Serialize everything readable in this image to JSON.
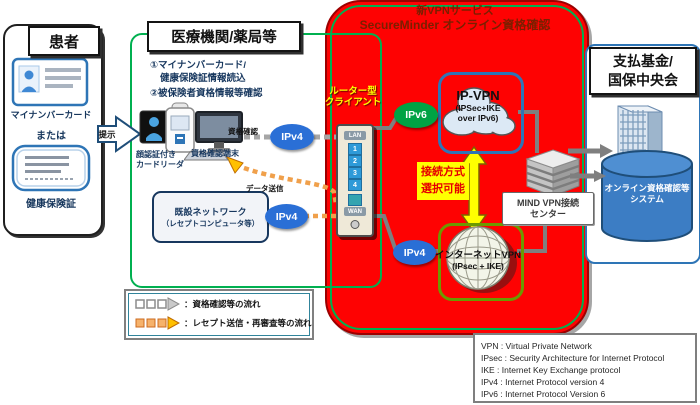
{
  "patient": {
    "title": "患者",
    "mynumber_card_label": "マイナンバーカード",
    "or_text": "または",
    "insurance_card_label": "健康保険証",
    "present_arrow_label": "提示"
  },
  "medical": {
    "title": "医療機関/薬局等",
    "steps": [
      "①マイナンバーカード/",
      "健康保険証情報読込",
      "②被保険者資格情報等確認"
    ],
    "card_reader_label": [
      "顔認証付き",
      "カードリーダ"
    ],
    "terminal_label": "資格確認端末",
    "qualification_flow_label": "資格確認",
    "data_flow_label": "データ送信",
    "existing_network": [
      "既設ネットワーク",
      "（レセプトコンピュータ等）"
    ]
  },
  "band": {
    "title": [
      "新VPNサービス",
      "SecureMinder オンライン資格確認"
    ],
    "router_label": [
      "ルーター型",
      "クライアント"
    ],
    "router": {
      "lan": "LAN",
      "wan": "WAN",
      "ports": [
        "1",
        "2",
        "3",
        "4"
      ]
    },
    "ip_vpn": {
      "title": "IP-VPN",
      "sub1": "(IPSec+IKE",
      "sub2": "over IPv6)"
    },
    "internet_vpn": {
      "title": "インターネットVPN",
      "sub": "(IPsec + IKE)"
    },
    "choice_note": [
      "接続方式",
      "選択可能"
    ],
    "center_label": [
      "MIND VPN接続",
      "センター"
    ]
  },
  "badges": {
    "ipv4": "IPv4",
    "ipv6": "IPv6"
  },
  "payer": {
    "title": [
      "支払基金/",
      "国保中央会"
    ],
    "system_label": [
      "オンライン資格確認等",
      "システム"
    ]
  },
  "legend": {
    "rows": [
      "：資格確認等の流れ",
      "：レセプト送信・再審査等の流れ"
    ]
  },
  "glossary": {
    "lines": [
      "VPN : Virtual Private Network",
      "IPsec : Security Architecture for Internet Protocol",
      "IKE : Internet Key Exchange protocol",
      "IPv4 : Internet Protocol version 4",
      "IPv6 : Internet Protocol Version 6"
    ]
  },
  "colors": {
    "band_red": "#fe0202",
    "frame_green": "#00b050",
    "panel_blue": "#2e75b6",
    "ipv4_blue": "#2a6fd6",
    "ipv6_green": "#00a344",
    "highlight_yellow": "#ffff00",
    "flow_orange": "#f0a04b",
    "flow_gray": "#a6a6a6"
  }
}
